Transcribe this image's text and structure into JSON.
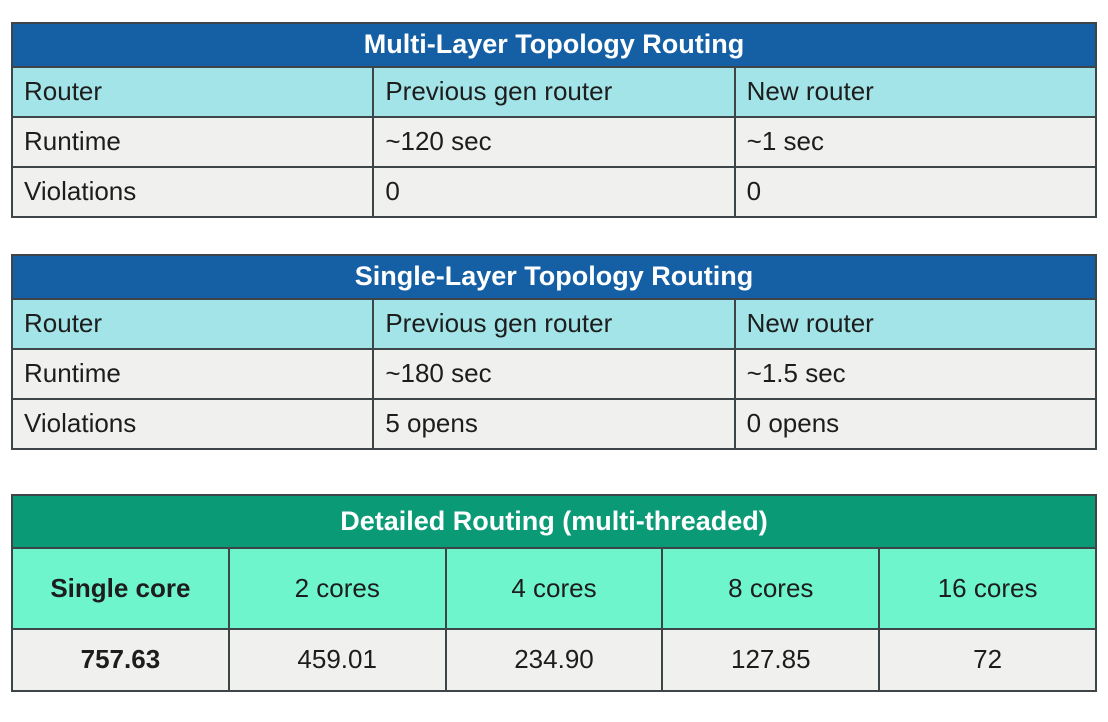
{
  "colors": {
    "page_background": "#ffffff",
    "blue_header": "#1560a5",
    "cyan_header_row": "#a2e4e7",
    "green_header": "#0b9a76",
    "mint_header_row": "#6ef5cb",
    "data_row_background": "#f0f0ee",
    "border": "#3e4549",
    "header_text": "#ffffff",
    "body_text": "#1d1d1d"
  },
  "tables": [
    {
      "id": "multi-layer-topology",
      "title": "Multi-Layer Topology Routing",
      "header": [
        "Router",
        "Previous gen router",
        "New router"
      ],
      "rows": [
        [
          "Runtime",
          "~120 sec",
          "~1 sec"
        ],
        [
          "Violations",
          "0",
          "0"
        ]
      ]
    },
    {
      "id": "single-layer-topology",
      "title": "Single-Layer Topology Routing",
      "header": [
        "Router",
        "Previous gen router",
        "New router"
      ],
      "rows": [
        [
          "Runtime",
          "~180 sec",
          "~1.5 sec"
        ],
        [
          "Violations",
          "5 opens",
          "0 opens"
        ]
      ]
    },
    {
      "id": "detailed-routing",
      "title": "Detailed Routing (multi-threaded)",
      "header": [
        "Single core",
        "2 cores",
        "4 cores",
        "8 cores",
        "16 cores"
      ],
      "rows": [
        [
          "757.63",
          "459.01",
          "234.90",
          "127.85",
          "72"
        ]
      ]
    }
  ]
}
